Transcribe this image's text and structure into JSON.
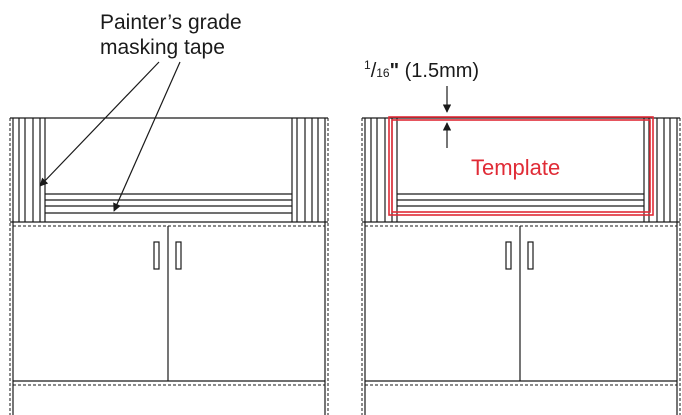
{
  "callouts": {
    "tape_line1": "Painter’s grade",
    "tape_line2": "masking tape",
    "gap_num": "1",
    "gap_den": "16",
    "gap_tail": " (1.5mm)",
    "template": "Template"
  },
  "colors": {
    "line": "#1a1a1a",
    "template": "#e02b36",
    "background": "#ffffff"
  }
}
